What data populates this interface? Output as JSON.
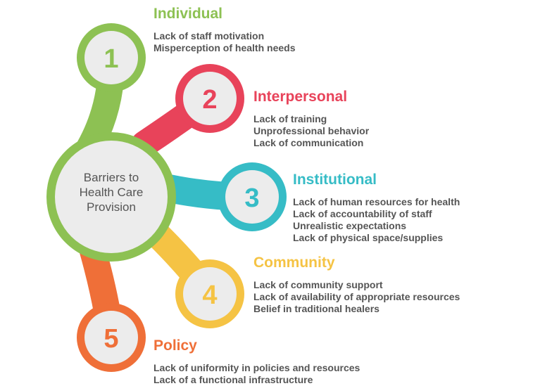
{
  "center": {
    "lines": [
      "Barriers to",
      "Health Care",
      "Provision"
    ]
  },
  "categories": [
    {
      "number": "1",
      "title": "Individual",
      "color": "#8dc153",
      "items": [
        "Lack of staff motivation",
        "Misperception of health needs"
      ]
    },
    {
      "number": "2",
      "title": "Interpersonal",
      "color": "#e8435a",
      "items": [
        "Lack of training",
        "Unprofessional behavior",
        "Lack of communication"
      ]
    },
    {
      "number": "3",
      "title": "Institutional",
      "color": "#36bcc6",
      "items": [
        "Lack of human resources for health",
        "Lack of accountability of staff",
        "Unrealistic expectations",
        "Lack of physical space/supplies"
      ]
    },
    {
      "number": "4",
      "title": "Community",
      "color": "#f5c344",
      "items": [
        "Lack of community support",
        "Lack of availability of appropriate resources",
        "Belief in traditional healers"
      ]
    },
    {
      "number": "5",
      "title": "Policy",
      "color": "#ef6f38",
      "items": [
        "Lack of uniformity in policies and resources",
        "Lack of a functional infrastructure"
      ]
    }
  ]
}
